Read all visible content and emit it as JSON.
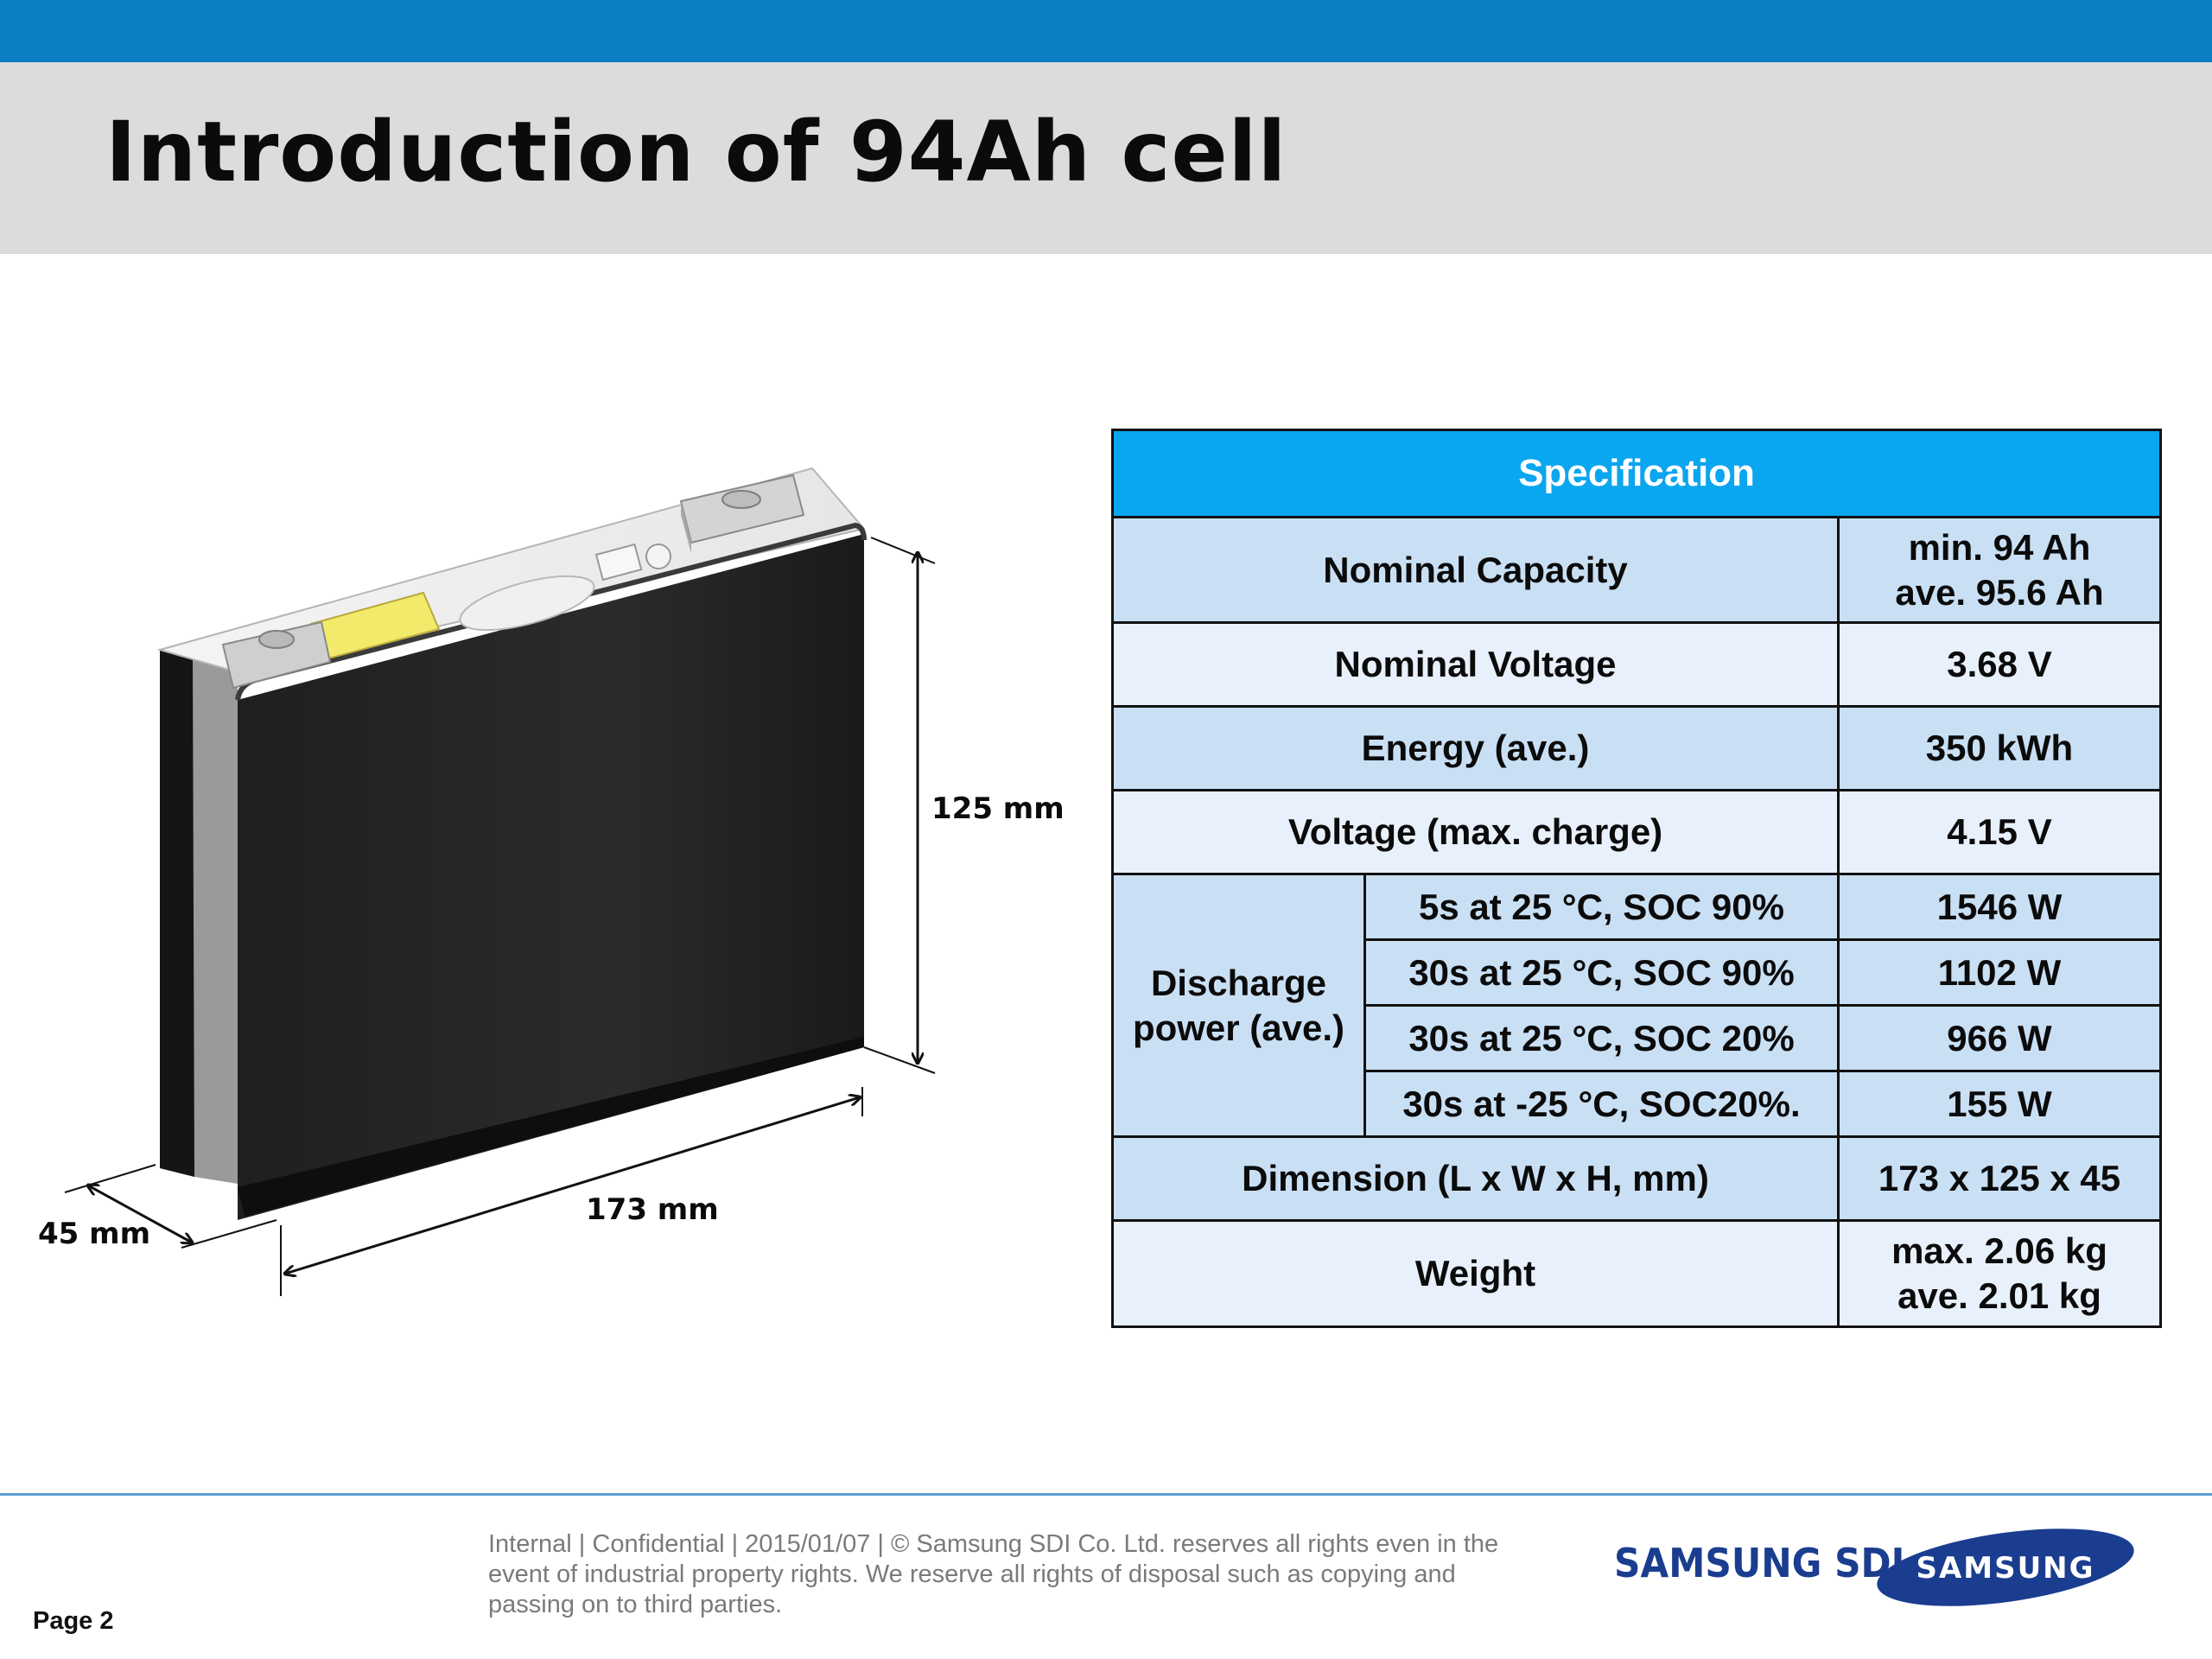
{
  "slide": {
    "title": "Introduction of 94Ah cell",
    "page": "Page 2"
  },
  "figure": {
    "height_label": "125 mm",
    "length_label": "173 mm",
    "depth_label": "45 mm"
  },
  "spec_table": {
    "header": "Specification",
    "rows": [
      {
        "label": "Nominal Capacity",
        "value_line1": "min. 94 Ah",
        "value_line2": "ave. 95.6 Ah"
      },
      {
        "label": "Nominal Voltage",
        "value": "3.68 V"
      },
      {
        "label": "Energy (ave.)",
        "value": "350 kWh"
      },
      {
        "label": "Voltage (max. charge)",
        "value": "4.15 V"
      }
    ],
    "discharge": {
      "label_line1": "Discharge",
      "label_line2": "power (ave.)",
      "conditions": [
        {
          "condition": "5s at 25 °C, SOC 90%",
          "value": "1546 W"
        },
        {
          "condition": "30s at  25 °C, SOC 90%",
          "value": "1102 W"
        },
        {
          "condition": "30s at 25 °C, SOC 20%",
          "value": "966 W"
        },
        {
          "condition": "30s at -25 °C, SOC20%.",
          "value": "155 W"
        }
      ]
    },
    "dimension": {
      "label": "Dimension (L x W x H, mm)",
      "value": "173 x 125 x 45"
    },
    "weight": {
      "label": "Weight",
      "value_line1": "max. 2.06 kg",
      "value_line2": "ave. 2.01 kg"
    }
  },
  "footer": {
    "notice_line1": "Internal | Confidential | 2015/01/07 | © Samsung SDI Co. Ltd. reserves all rights even in the",
    "notice_line2": "event of industrial property rights. We reserve all rights of disposal such as copying and",
    "notice_line3": "passing on to third parties.",
    "company": "SAMSUNG  SDI",
    "logo_text": "SAMSUNG"
  },
  "colors": {
    "top_bar": "#0a7fc4",
    "title_band": "#dcdcdc",
    "table_header": "#0aa6ef",
    "row_dark": "#c9dff4",
    "row_light": "#e8f0fb",
    "logo_blue": "#1a3d8f"
  }
}
